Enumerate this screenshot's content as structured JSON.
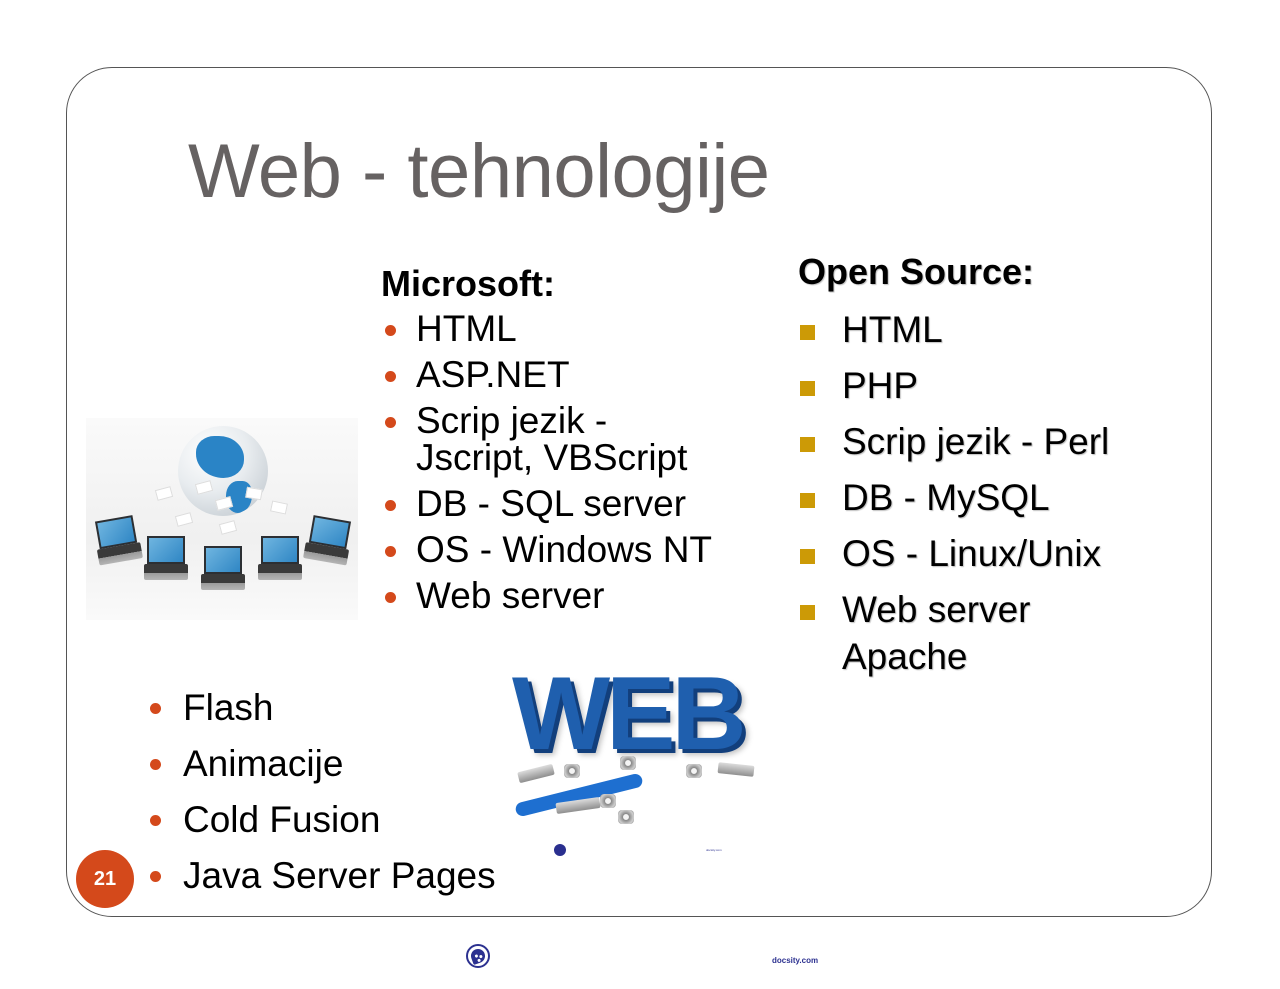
{
  "slide": {
    "title": "Web - tehnologije",
    "page_number": "21"
  },
  "microsoft": {
    "heading": "Microsoft:",
    "items": [
      "HTML",
      "ASP.NET",
      "Scrip jezik -\nJscript, VBScript",
      "DB - SQL server",
      "OS - Windows NT",
      "Web server"
    ]
  },
  "open_source": {
    "heading": "Open Source:",
    "items": [
      "HTML",
      "PHP",
      "Scrip jezik - Perl",
      "DB - MySQL",
      "OS - Linux/Unix",
      "Web server\nApache"
    ]
  },
  "other_technologies": {
    "items": [
      "Flash",
      "Animacije",
      "Cold Fusion",
      "Java Server Pages"
    ]
  },
  "images": {
    "network": "globe-with-laptops-network-illustration",
    "web": "web-3d-letters-with-tools-illustration",
    "web_caption": "docsity.com"
  },
  "footer": {
    "logo": "docsity-logo-icon",
    "text": "docsity.com"
  },
  "colors": {
    "title": "#666262",
    "bullet_dot": "#d4491b",
    "bullet_square": "#cc9a06",
    "page_badge": "#d4491b",
    "brand_footer": "#2c3190",
    "frame_border": "#555555"
  }
}
